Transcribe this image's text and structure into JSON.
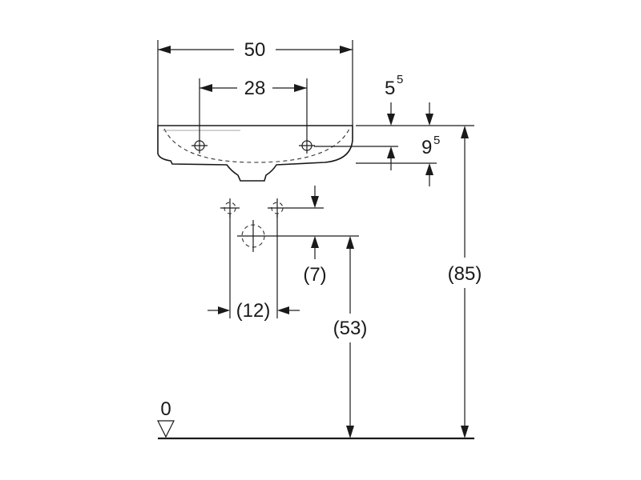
{
  "dimensions": {
    "basin_width": "50",
    "hole_spacing": "28",
    "rim_thickness_base": "5",
    "rim_thickness_exp": "5",
    "tap_offset_base": "9",
    "tap_offset_exp": "5",
    "supply_spacing": "(12)",
    "supply_offset": "(7)",
    "supply_height": "(53)",
    "rim_height": "(85)",
    "floor_level": "0"
  }
}
